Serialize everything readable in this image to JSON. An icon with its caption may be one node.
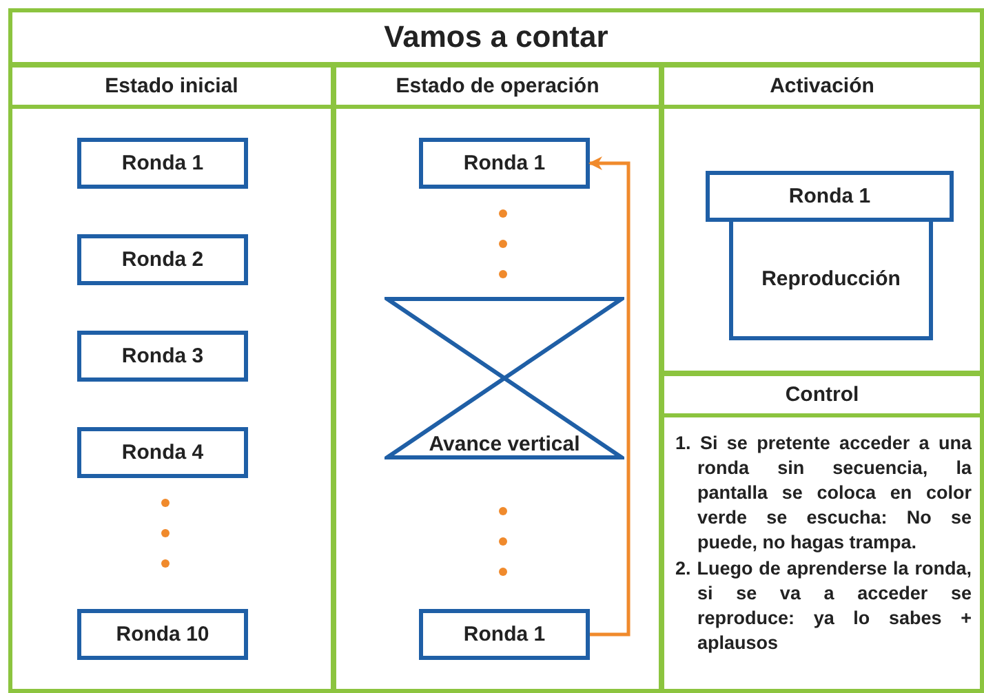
{
  "diagram": {
    "title": "Vamos a contar",
    "nodes": [
      {
        "text": [
          "Estado inicial"
        ]
      },
      {
        "text": [
          "Ronda 1"
        ],
        "in": 0
      },
      {
        "text": [
          "Ronda 2"
        ],
        "in": 0
      },
      {
        "text": [
          "Ronda 3"
        ],
        "in": 0
      },
      {
        "text": [
          "Ronda 4"
        ],
        "in": 0
      },
      {
        "text": [
          "Ronda 10"
        ],
        "in": 0
      },
      {
        "text": [
          "Estado de operación"
        ]
      },
      {
        "text": [
          "Ronda 1"
        ],
        "in": 6
      },
      {
        "text": [
          "Avance vertical"
        ],
        "in": 6
      },
      {
        "text": [
          "Ronda 1"
        ],
        "in": 6
      },
      {
        "text": [
          "Activación"
        ]
      },
      {
        "text": [
          "Ronda 1"
        ],
        "in": 10
      },
      {
        "text": [
          "Reproducción"
        ],
        "in": 10
      },
      {
        "text": [
          "Control",
          "1. Si se pretente acceder a una ronda sin secuencia, la pantalla se coloca en color verde se escucha: No se puede, no hagas trampa.",
          "2. Luego de aprenderse la ronda, si se va a acceder se reproduce: ya lo sabes + aplausos"
        ]
      }
    ],
    "edges": [
      {
        "from": 9,
        "to": 7,
        "arrow": "to"
      }
    ]
  }
}
